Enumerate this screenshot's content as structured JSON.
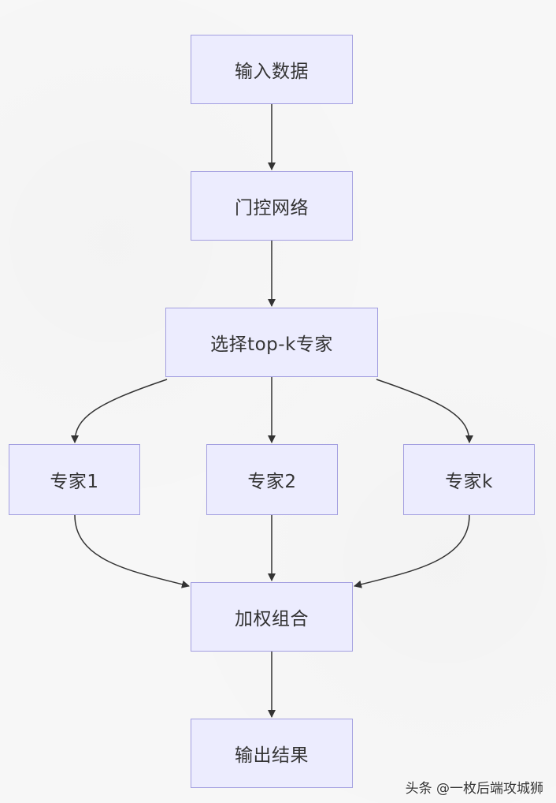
{
  "diagram": {
    "nodes": {
      "input": "输入数据",
      "gate": "门控网络",
      "select": "选择top-k专家",
      "expert1": "专家1",
      "expert2": "专家2",
      "expertk": "专家k",
      "combine": "加权组合",
      "output": "输出结果"
    },
    "edges": [
      {
        "from": "input",
        "to": "gate"
      },
      {
        "from": "gate",
        "to": "select"
      },
      {
        "from": "select",
        "to": "expert1"
      },
      {
        "from": "select",
        "to": "expert2"
      },
      {
        "from": "select",
        "to": "expertk"
      },
      {
        "from": "expert1",
        "to": "combine"
      },
      {
        "from": "expert2",
        "to": "combine"
      },
      {
        "from": "expertk",
        "to": "combine"
      },
      {
        "from": "combine",
        "to": "output"
      }
    ],
    "colors": {
      "node_fill": "#ececfe",
      "node_border": "#a39fe0",
      "edge": "#333333",
      "text": "#333333"
    }
  },
  "watermark": {
    "text": "头条 @一枚后端攻城狮"
  }
}
